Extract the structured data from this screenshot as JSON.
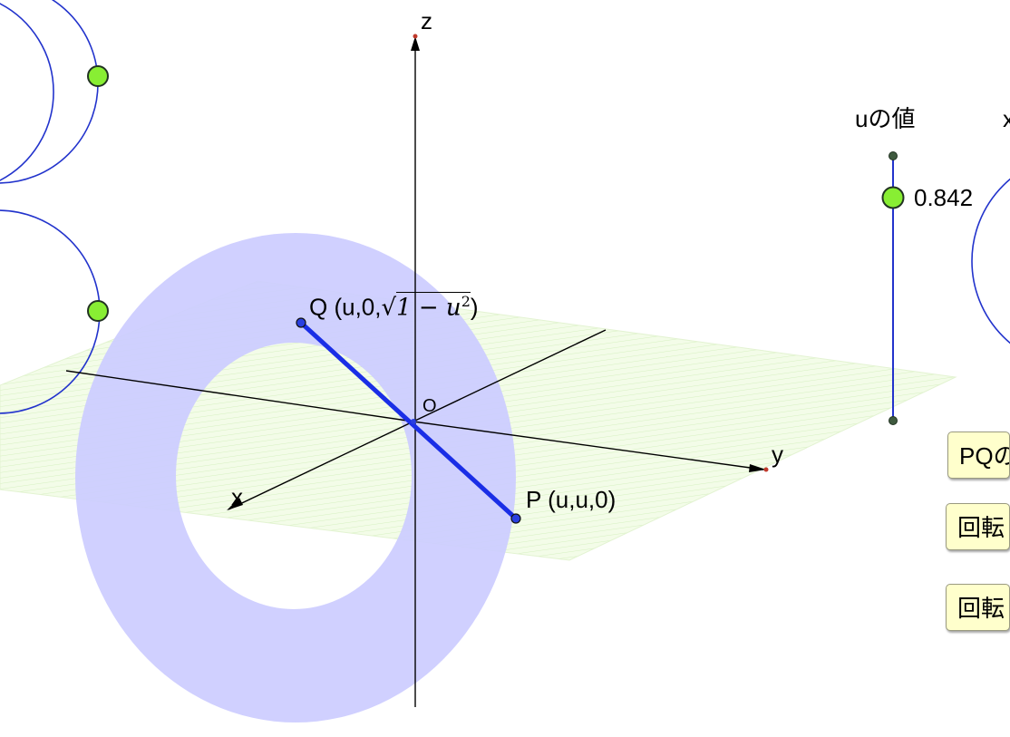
{
  "axes": {
    "x_label": "x",
    "y_label": "y",
    "z_label": "z",
    "origin_label": "O"
  },
  "points": {
    "Q": {
      "name": "Q",
      "coord_prefix": "(u,0,",
      "radicand": "1 − u",
      "exponent": "2",
      "coord_suffix": ")"
    },
    "P": {
      "name": "P",
      "coord_text": "(u,u,0)"
    }
  },
  "slider_u": {
    "title": "uの値",
    "value": "0.842",
    "value_fraction": 0.842
  },
  "slider_x_title_partial": "x",
  "buttons": [
    {
      "label": "PQの"
    },
    {
      "label": "回転"
    },
    {
      "label": "回転"
    }
  ],
  "colors": {
    "annulus": "#ccccff",
    "plane": "#eefbe0",
    "segment": "#1a2ee6",
    "slider_track": "#2233cc",
    "slider_knob": "#88ee33",
    "button_bg": "#ffffcc"
  }
}
